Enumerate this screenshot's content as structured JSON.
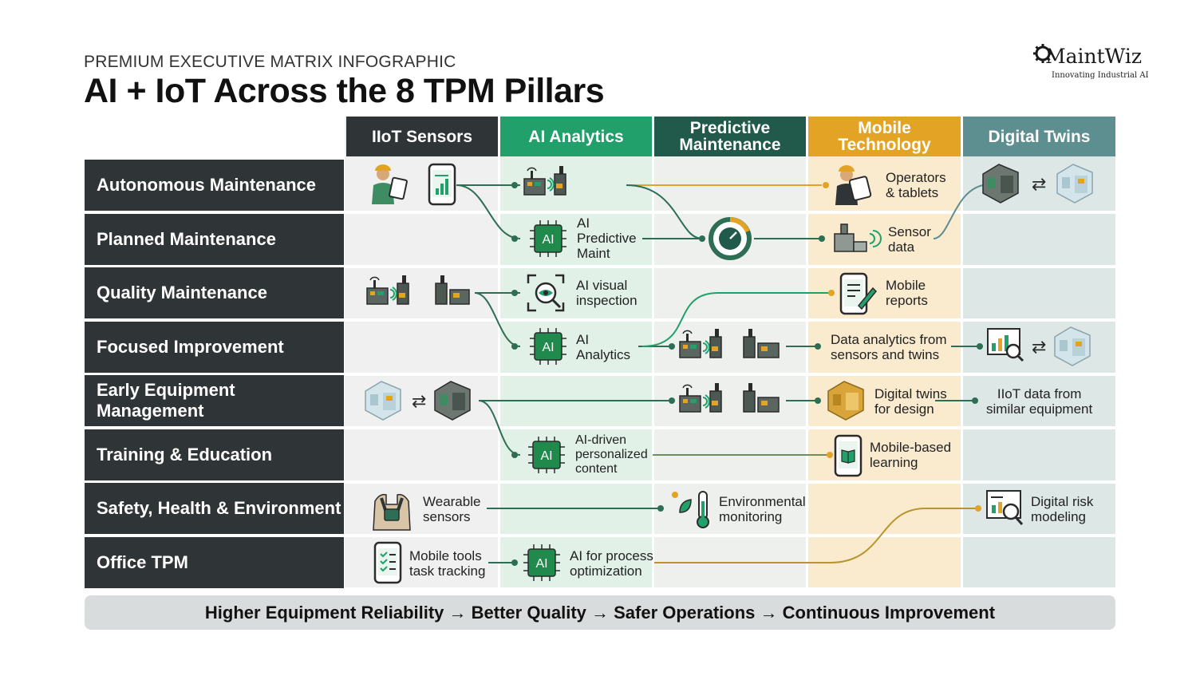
{
  "header": {
    "kicker": "PREMIUM EXECUTIVE MATRIX INFOGRAPHIC",
    "title": "AI + IoT Across the 8 TPM Pillars"
  },
  "logo": {
    "name": "MaintWiz",
    "tagline": "Innovating Industrial AI"
  },
  "columns": [
    {
      "label": "IIoT Sensors",
      "color": "#2f3436"
    },
    {
      "label": "AI Analytics",
      "color": "#22a06b"
    },
    {
      "label": "Predictive Maintenance",
      "color": "#215a4a"
    },
    {
      "label": "Mobile Technology",
      "color": "#e3a324"
    },
    {
      "label": "Digital Twins",
      "color": "#5d8e90"
    }
  ],
  "rows": [
    {
      "label": "Autonomous Maintenance"
    },
    {
      "label": "Planned Maintenance"
    },
    {
      "label": "Quality Maintenance"
    },
    {
      "label": "Focused Improvement"
    },
    {
      "label": "Early Equipment Management"
    },
    {
      "label": "Training & Education"
    },
    {
      "label": "Safety, Health & Environment"
    },
    {
      "label": "Office TPM"
    }
  ],
  "cells": {
    "r0_mobile": "Operators\n& tablets",
    "r1_ai": "AI\nPredictive\nMaint",
    "r1_mobile": "Sensor\ndata",
    "r2_ai": "AI visual\ninspection",
    "r2_mobile": "Mobile\nreports",
    "r3_ai": "AI\nAnalytics",
    "r3_mobile": "Data analytics from\nsensors and twins",
    "r4_mobile": "Digital twins\nfor design",
    "r4_twin": "IIoT data from\nsimilar equipment",
    "r5_ai": "AI-driven\npersonalized\ncontent",
    "r5_mobile": "Mobile-based\nlearning",
    "r6_iiot": "Wearable\nsensors",
    "r6_pm": "Environmental\nmonitoring",
    "r6_twin": "Digital risk\nmodeling",
    "r7_iiot": "Mobile tools\ntask tracking",
    "r7_ai": "AI for process\noptimization"
  },
  "badge_text": "AI",
  "icons": [
    "operator-tablet-icon",
    "smartphone-chart-icon",
    "factory-machine-icon",
    "ai-chip-icon",
    "gauge-icon",
    "sensor-machine-icon",
    "eye-scan-icon",
    "mobile-report-icon",
    "digital-twin-icon",
    "wearable-vest-icon",
    "thermometer-leaf-icon",
    "risk-model-icon",
    "checklist-phone-icon",
    "book-phone-icon",
    "analytics-magnifier-icon"
  ],
  "footer": "Higher Equipment Reliability → Better Quality → Safer Operations → Continuous Improvement"
}
